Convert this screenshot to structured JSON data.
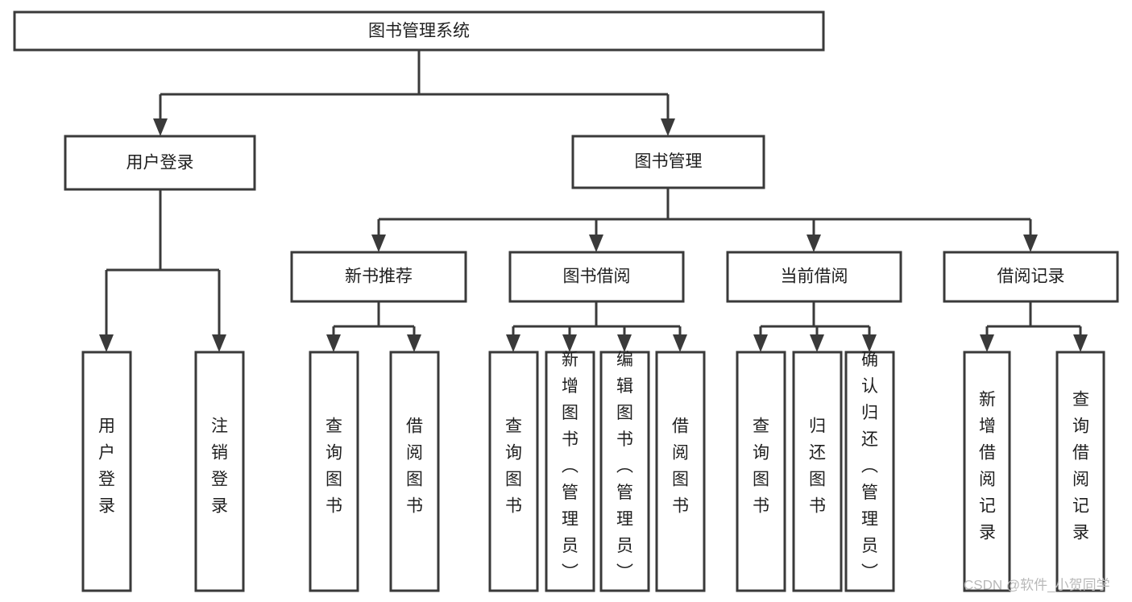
{
  "diagram": {
    "type": "tree",
    "title": "图书管理系统",
    "orientation": "top-down",
    "colors": {
      "box_fill": "#ffffff",
      "box_stroke": "#3a3a3a",
      "connector": "#3a3a3a",
      "text": "#1f1f1f",
      "watermark": "#b9b9b9",
      "background": "#ffffff"
    },
    "root": {
      "label": "图书管理系统"
    },
    "level2": [
      {
        "label": "用户登录"
      },
      {
        "label": "图书管理"
      }
    ],
    "level3": [
      {
        "label": "新书推荐"
      },
      {
        "label": "图书借阅"
      },
      {
        "label": "当前借阅"
      },
      {
        "label": "借阅记录"
      }
    ],
    "leaves": {
      "user_login": [
        {
          "label": "用户登录"
        },
        {
          "label": "注销登录"
        }
      ],
      "new_book_recommend": [
        {
          "label": "查询图书"
        },
        {
          "label": "借阅图书"
        }
      ],
      "book_borrow": [
        {
          "label": "查询图书"
        },
        {
          "label": "新增图书（管理员）"
        },
        {
          "label": "编辑图书（管理员）"
        },
        {
          "label": "借阅图书"
        }
      ],
      "current_borrow": [
        {
          "label": "查询图书"
        },
        {
          "label": "归还图书"
        },
        {
          "label": "确认归还（管理员）"
        }
      ],
      "borrow_record": [
        {
          "label": "新增借阅记录"
        },
        {
          "label": "查询借阅记录"
        }
      ]
    }
  },
  "watermark": {
    "text": "CSDN @软件_小贺同学"
  }
}
